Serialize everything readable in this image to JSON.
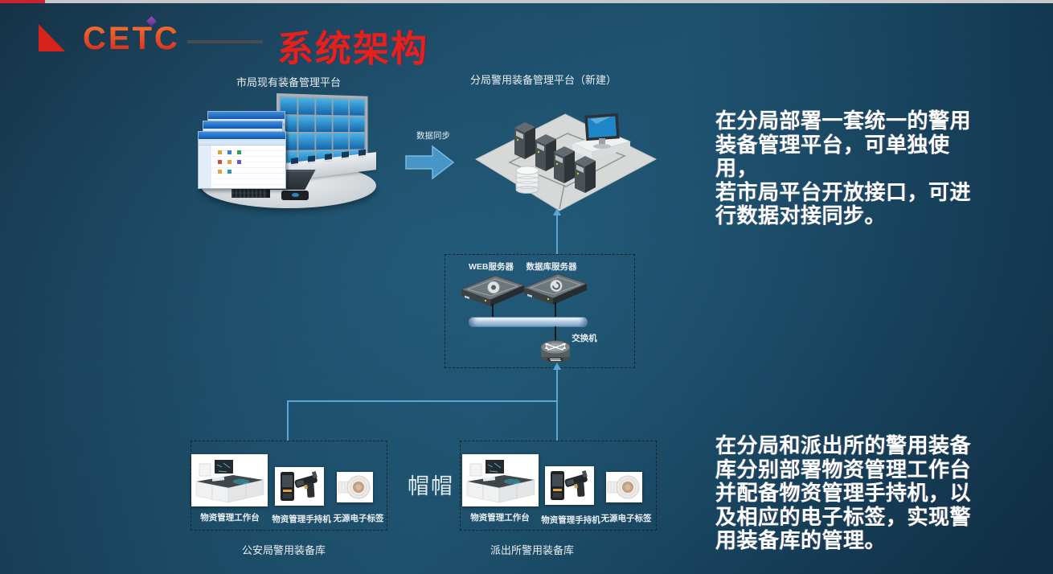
{
  "header": {
    "brand": "CETC",
    "title": "系统架构"
  },
  "city_platform": {
    "label": "市局现有装备管理平台"
  },
  "sync": {
    "label": "数据同步"
  },
  "branch_platform": {
    "label": "分局警用装备管理平台（新建）"
  },
  "server_box": {
    "web_label": "WEB服务器",
    "db_label": "数据库服务器",
    "switch_label": "交换机"
  },
  "stray_text": "帽帽",
  "warehouses": {
    "left": {
      "caption": "公安局警用装备库",
      "items": [
        "物资管理工作台",
        "物资管理手持机",
        "无源电子标签"
      ]
    },
    "right": {
      "caption": "派出所警用装备库",
      "items": [
        "物资管理工作台",
        "物资管理手持机",
        "无源电子标签"
      ]
    }
  },
  "annotations": {
    "top": "在分局部署一套统一的警用\n装备管理平台，可单独使用，\n若市局平台开放接口，可进\n行数据对接同步。",
    "bottom": "在分局和派出所的警用装备\n库分别部署物资管理工作台\n并配备物资管理手持机，以\n及相应的电子标签，实现警\n用装备库的管理。"
  },
  "colors": {
    "accent_red": "#e3221d",
    "connector_blue": "#58a7d4",
    "screen_blue": "#2a8fd0",
    "background_teal": "#1b4b66"
  }
}
